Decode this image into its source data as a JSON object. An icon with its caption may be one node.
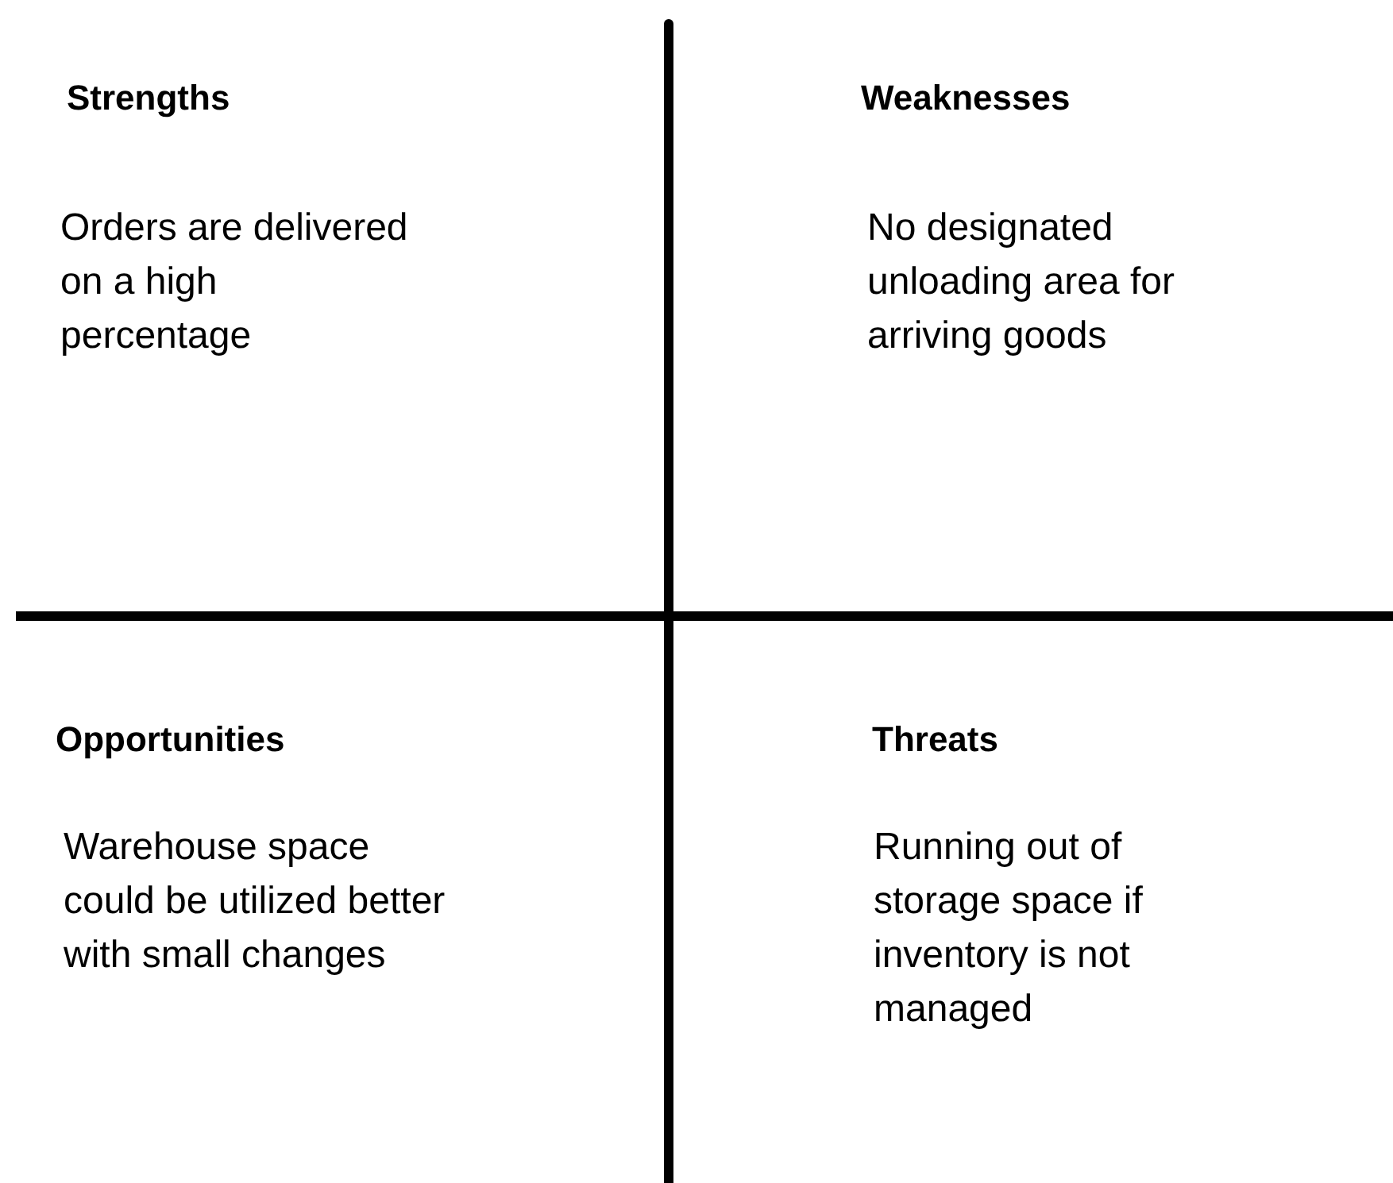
{
  "diagram": {
    "labels": [
      "Strengths",
      "Weaknesses",
      "Orders are delivered on a high percentage",
      "No designated unloading area for arriving goods",
      "Opportunities",
      "Threats",
      "Warehouse space could be utilized better with small changes",
      "Running out of storage space if inventory is not managed"
    ]
  }
}
